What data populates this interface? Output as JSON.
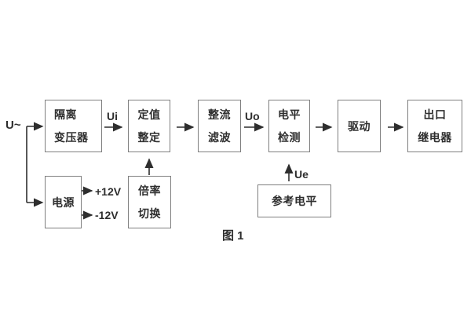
{
  "figure": {
    "caption": "图 1",
    "colors": {
      "background": "#ffffff",
      "box_border": "#7f7f7f",
      "wire": "#2e2e2e",
      "text": "#2e2e2e"
    }
  },
  "labels": {
    "input_voltage": "U~",
    "ui": "Ui",
    "uo": "Uo",
    "ue": "Ue",
    "plus_12v": "+12V",
    "minus_12v": "-12V"
  },
  "boxes": {
    "isolation_transformer": {
      "line1": "隔离",
      "line2": "变压器"
    },
    "setting_adjust": {
      "line1": "定值",
      "line2": "整定"
    },
    "rectifier_filter": {
      "line1": "整流",
      "line2": "滤波"
    },
    "level_detection": {
      "line1": "电平",
      "line2": "检测"
    },
    "driver": {
      "line1": "驱动"
    },
    "output_relay": {
      "line1": "出口",
      "line2": "继电器"
    },
    "power_supply": {
      "line1": "电源"
    },
    "ratio_switch": {
      "line1": "倍率",
      "line2": "切换"
    },
    "reference_level": {
      "line1": "参考电平"
    }
  }
}
